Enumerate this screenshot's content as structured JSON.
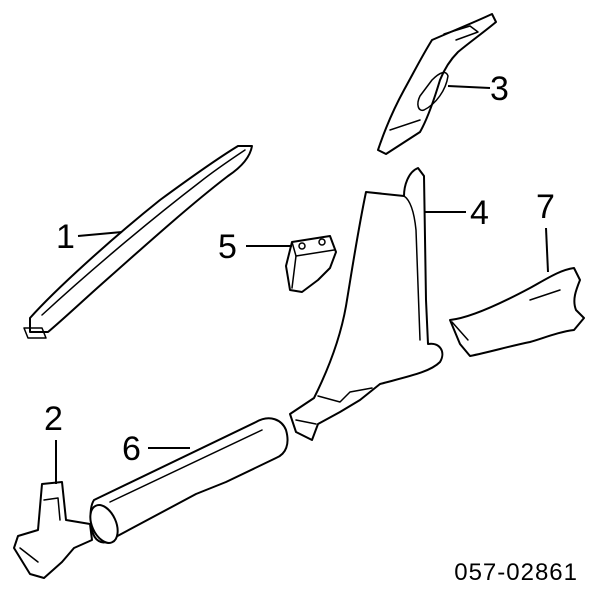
{
  "callouts": {
    "c1": "1",
    "c2": "2",
    "c3": "3",
    "c4": "4",
    "c5": "5",
    "c6": "6",
    "c7": "7"
  },
  "reference_number": "057-02861",
  "colors": {
    "line": "#000000",
    "background": "#ffffff"
  }
}
